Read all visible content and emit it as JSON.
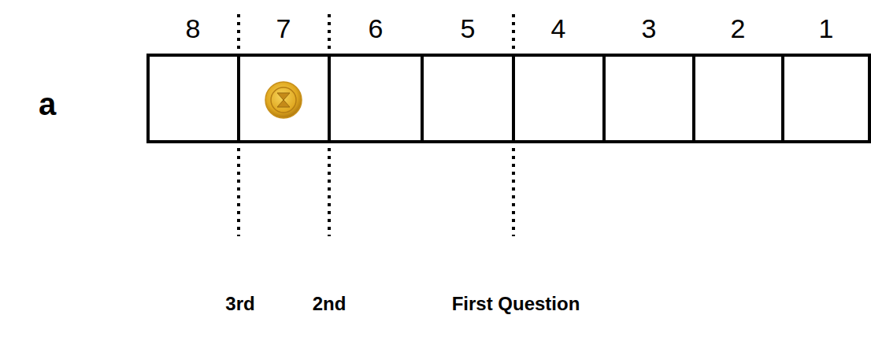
{
  "diagram": {
    "labels": [
      "a",
      "8",
      "7",
      "6",
      "5",
      "4",
      "3",
      "2",
      "1",
      "3rd",
      "2nd",
      "First Question"
    ]
  }
}
